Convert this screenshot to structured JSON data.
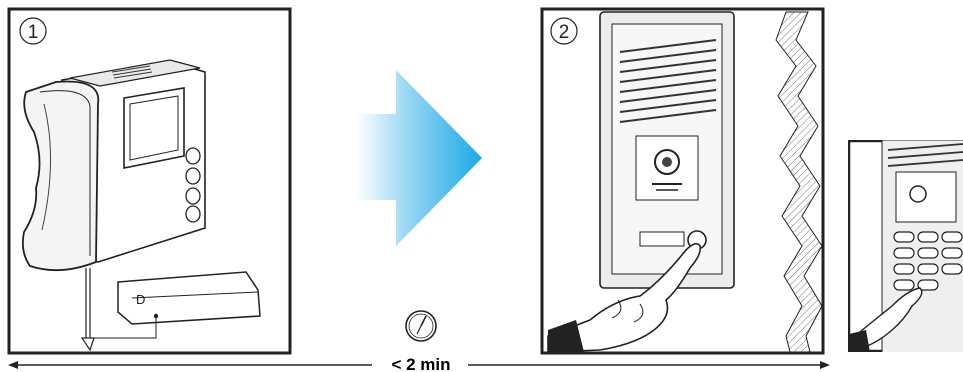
{
  "steps": [
    {
      "number": "1"
    },
    {
      "number": "2"
    }
  ],
  "timer": {
    "label": "< 2 min",
    "icon": "clock-icon"
  },
  "colors": {
    "arrow_start": "#ffffff",
    "arrow_end": "#1aa9e6",
    "frame": "#222222"
  }
}
